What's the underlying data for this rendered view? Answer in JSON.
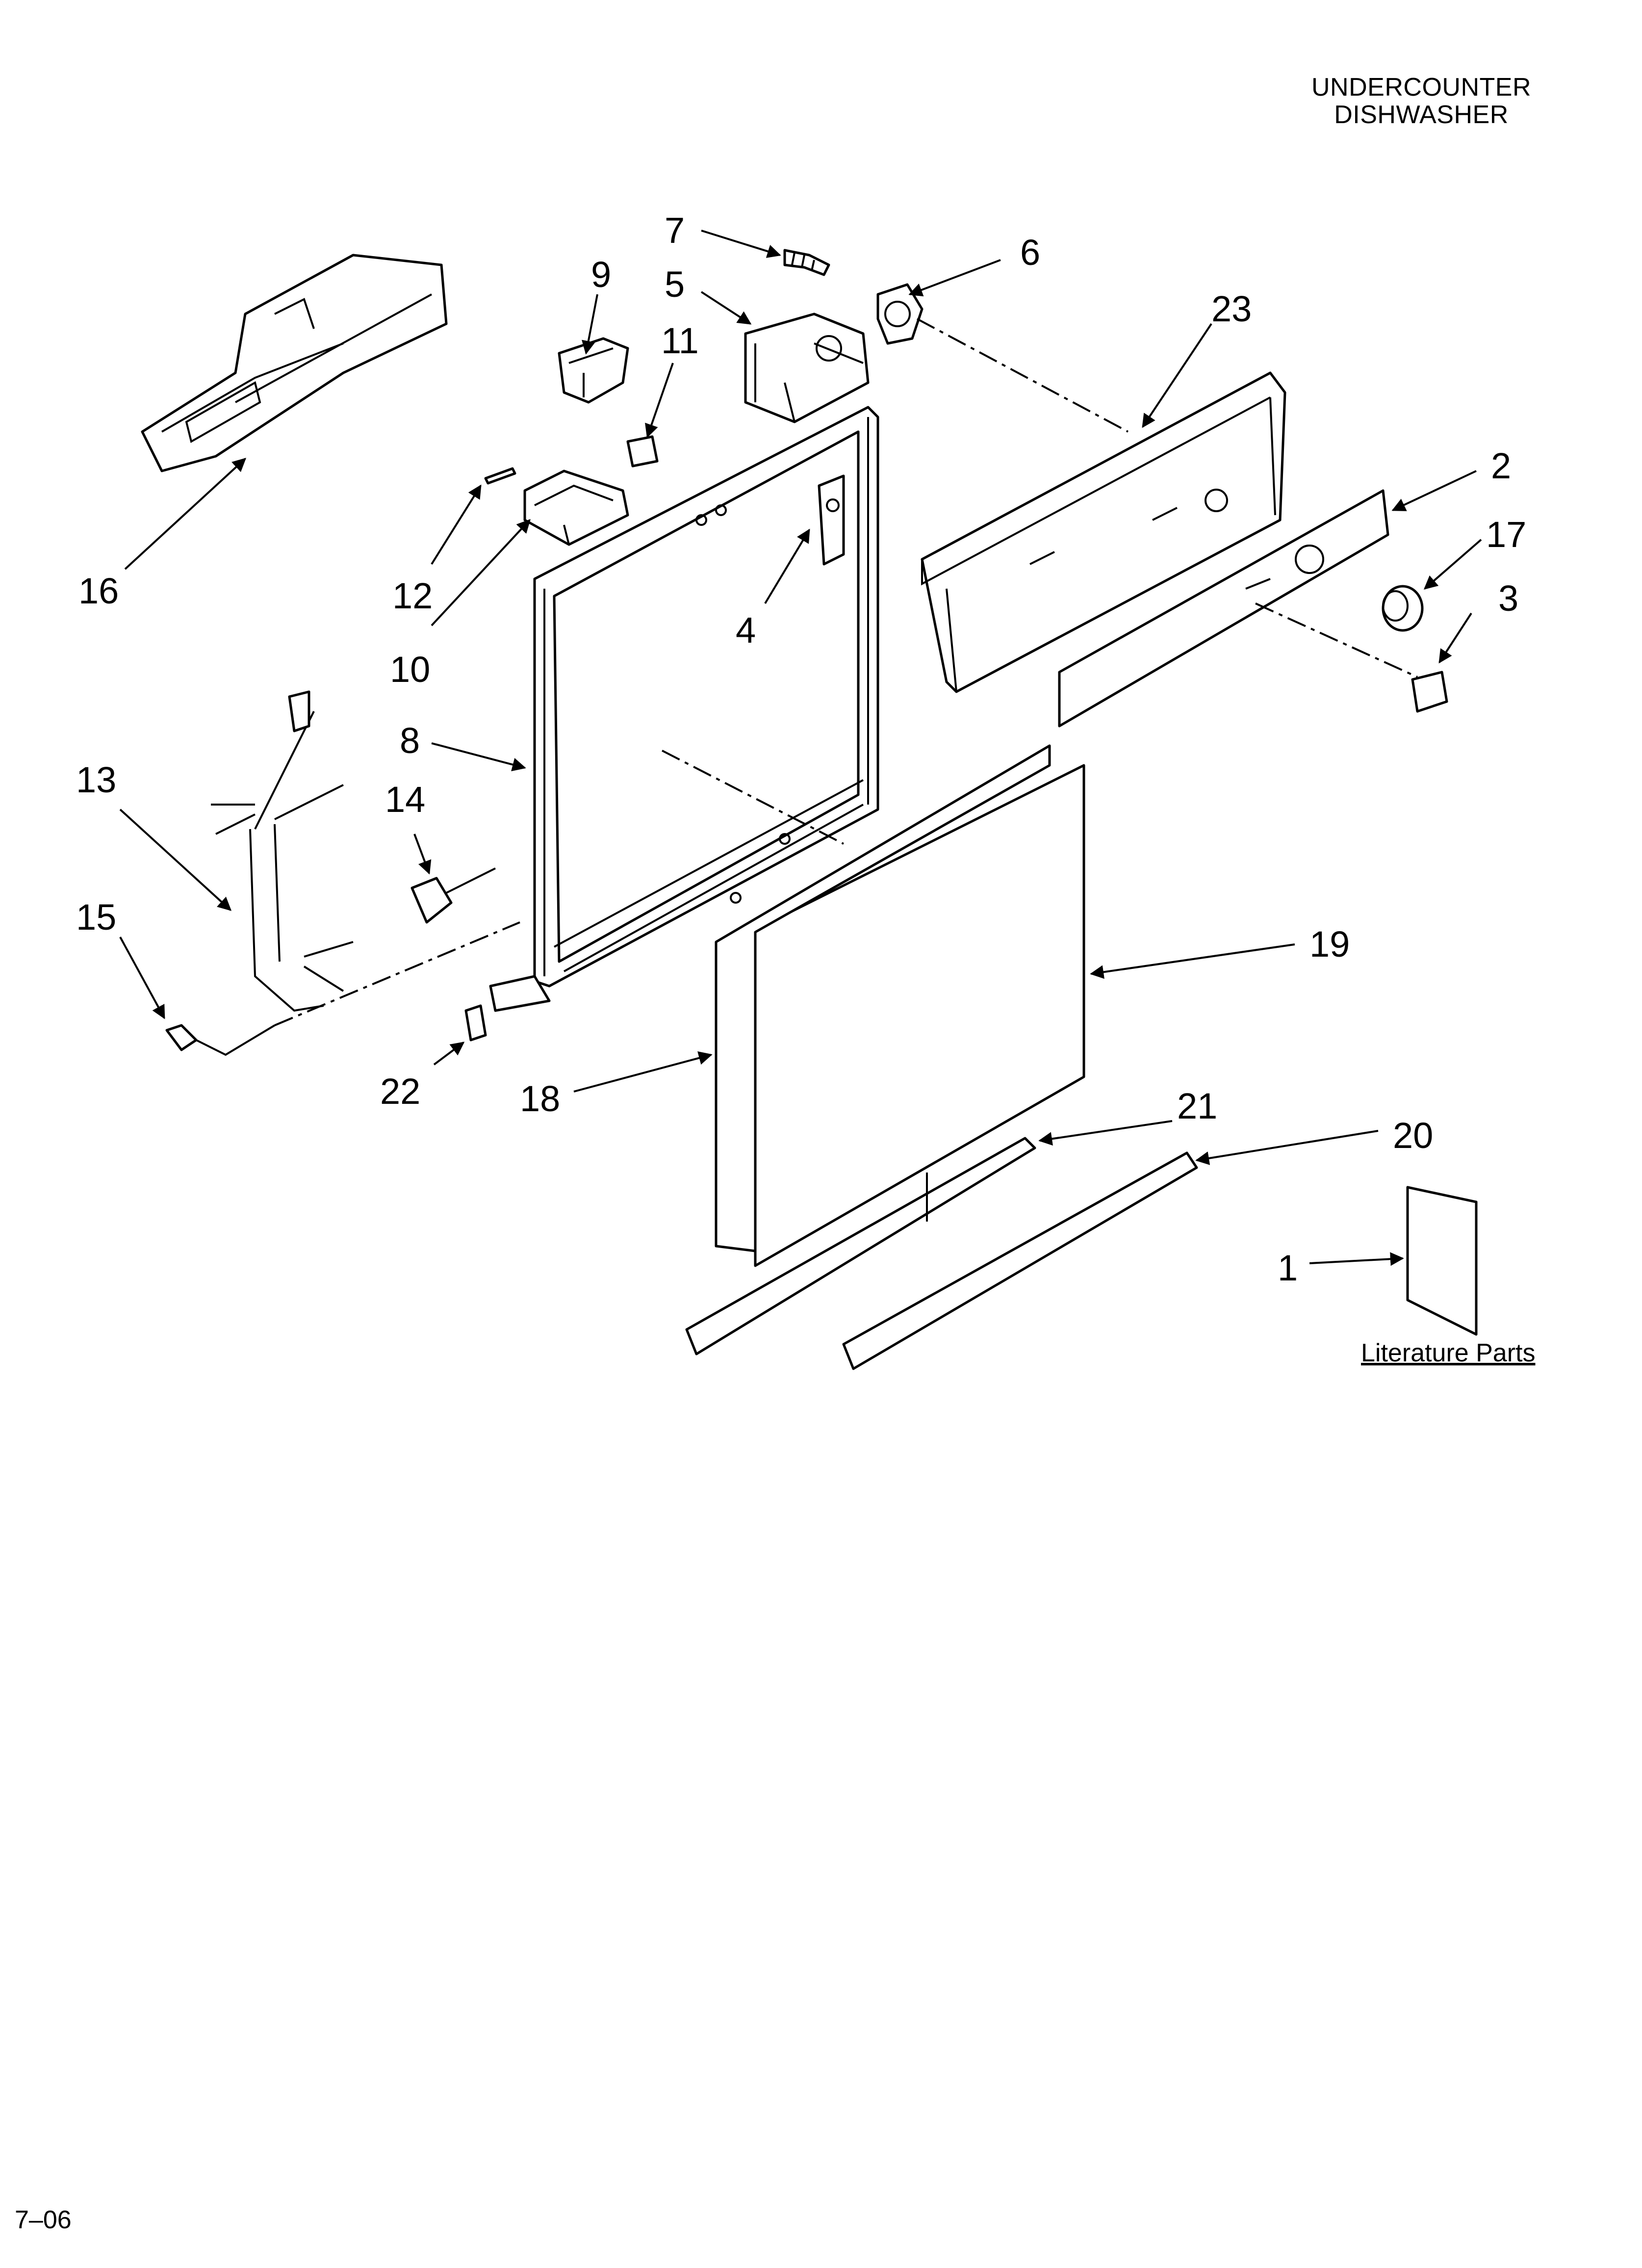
{
  "header": {
    "line1": "UNDERCOUNTER",
    "line2": "DISHWASHER"
  },
  "footer": {
    "code": "7–06"
  },
  "literature": {
    "label": "Literature Parts"
  },
  "callouts": [
    {
      "id": "1",
      "text": "1"
    },
    {
      "id": "2",
      "text": "2"
    },
    {
      "id": "3",
      "text": "3"
    },
    {
      "id": "4",
      "text": "4"
    },
    {
      "id": "5",
      "text": "5"
    },
    {
      "id": "6",
      "text": "6"
    },
    {
      "id": "7",
      "text": "7"
    },
    {
      "id": "8",
      "text": "8"
    },
    {
      "id": "9",
      "text": "9"
    },
    {
      "id": "10",
      "text": "10"
    },
    {
      "id": "11",
      "text": "11"
    },
    {
      "id": "12",
      "text": "12"
    },
    {
      "id": "13",
      "text": "13"
    },
    {
      "id": "14",
      "text": "14"
    },
    {
      "id": "15",
      "text": "15"
    },
    {
      "id": "16",
      "text": "16"
    },
    {
      "id": "17",
      "text": "17"
    },
    {
      "id": "18",
      "text": "18"
    },
    {
      "id": "19",
      "text": "19"
    },
    {
      "id": "20",
      "text": "20"
    },
    {
      "id": "21",
      "text": "21"
    },
    {
      "id": "22",
      "text": "22"
    },
    {
      "id": "23",
      "text": "23"
    }
  ]
}
